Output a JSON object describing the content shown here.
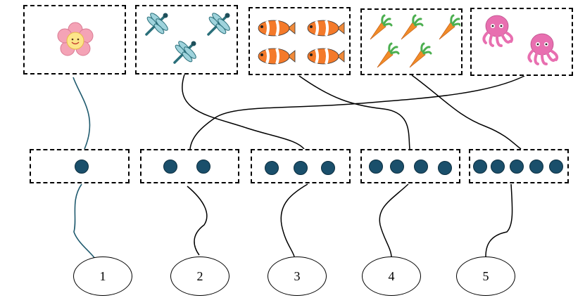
{
  "picture_boxes": [
    {
      "icon": "flower-icon",
      "count": 1
    },
    {
      "icon": "dragonfly-icon",
      "count": 3
    },
    {
      "icon": "clownfish-icon",
      "count": 4
    },
    {
      "icon": "carrot-icon",
      "count": 5
    },
    {
      "icon": "octopus-icon",
      "count": 2
    }
  ],
  "dot_boxes": [
    {
      "dots": 1
    },
    {
      "dots": 2
    },
    {
      "dots": 3
    },
    {
      "dots": 4
    },
    {
      "dots": 5
    }
  ],
  "numbers": [
    "1",
    "2",
    "3",
    "4",
    "5"
  ],
  "colors": {
    "dot": "#1a4f6b",
    "line": "#000000",
    "flower_line": "#1f5a6e"
  }
}
